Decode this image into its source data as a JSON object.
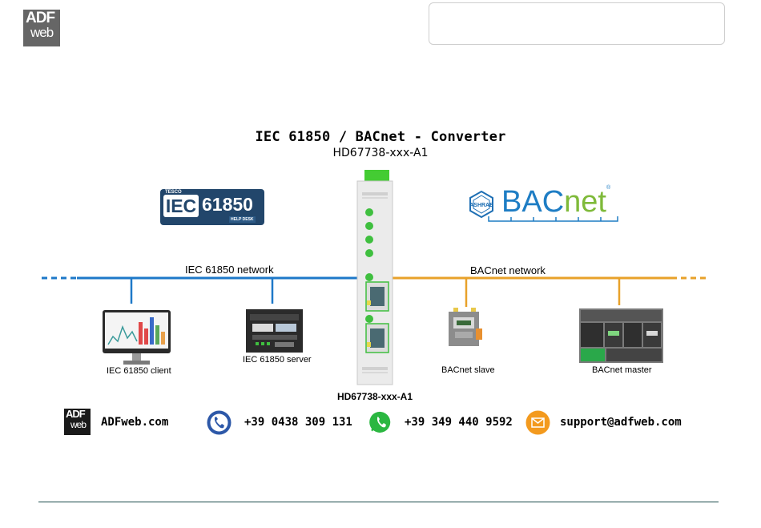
{
  "header": {
    "logo_top": "ADF",
    "logo_bottom": "web"
  },
  "diagram": {
    "title": "IEC 61850 / BACnet - Converter",
    "subtitle": "HD67738-xxx-A1",
    "device_caption": "HD67738-xxx-A1",
    "iec_logo": {
      "brand": "TESCO",
      "iec": "IEC",
      "number": "61850",
      "tag": "HELP DESK"
    },
    "bacnet_logo": {
      "ashrae": "ASHRAE",
      "bac": "BAC",
      "net": "net",
      "reg": "®"
    },
    "networks": {
      "left": "IEC 61850 network",
      "right": "BACnet network"
    },
    "nodes": {
      "iec_client": "IEC 61850 client",
      "iec_server": "IEC 61850 server",
      "bacnet_slave": "BACnet slave",
      "bacnet_master": "BACnet master"
    },
    "colors": {
      "iec_line": "#1e78c8",
      "bacnet_line": "#e8a12a",
      "led": "#3fbf3f"
    }
  },
  "contacts": {
    "website": "ADFweb.com",
    "phone": "+39 0438 309 131",
    "whatsapp": "+39 349 440 9592",
    "email": "support@adfweb.com",
    "small_logo_top": "ADF",
    "small_logo_bottom": "web"
  }
}
